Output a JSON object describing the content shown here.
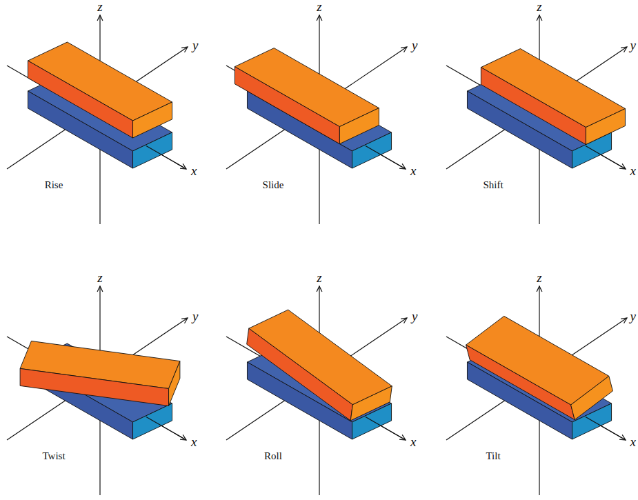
{
  "diagram": {
    "labels": [
      "z",
      "y",
      "x",
      "Rise",
      "z",
      "y",
      "x",
      "Slide",
      "z",
      "y",
      "x",
      "Shift",
      "z",
      "y",
      "x",
      "Twist",
      "z",
      "y",
      "x",
      "Roll",
      "z",
      "y",
      "x",
      "Tilt"
    ]
  }
}
